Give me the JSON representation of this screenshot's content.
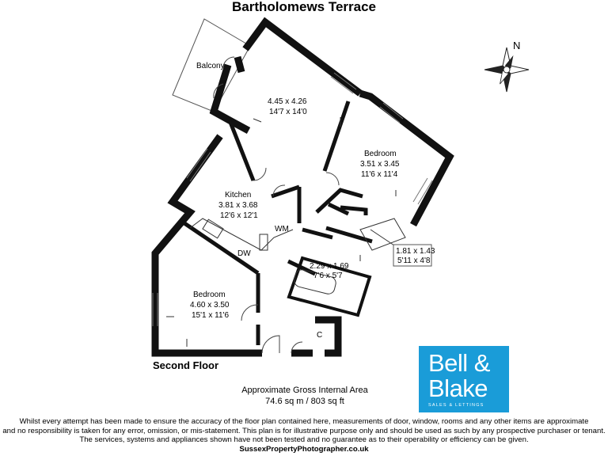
{
  "title": "Bartholomews Terrace",
  "rooms": {
    "balcony": {
      "label": "Balcony"
    },
    "living": {
      "metric": "4.45 x 4.26",
      "imperial": "14'7 x 14'0"
    },
    "bedroom1": {
      "label": "Bedroom",
      "metric": "3.51 x 3.45",
      "imperial": "11'6 x 11'4"
    },
    "kitchen": {
      "label": "Kitchen",
      "metric": "3.81 x 3.68",
      "imperial": "12'6 x 12'1"
    },
    "bedroom2": {
      "label": "Bedroom",
      "metric": "4.60 x 3.50",
      "imperial": "15'1 x 11'6"
    },
    "bathroom": {
      "metric": "2.29 x 1.69",
      "imperial": "7'6 x 5'7"
    },
    "ensuite": {
      "metric": "1.81 x 1.43",
      "imperial": "5'11 x 4'8"
    },
    "appliances": {
      "wm": "WM",
      "dw": "DW",
      "cupboard": "C"
    }
  },
  "compass": {
    "label": "N",
    "icon": "compass-icon"
  },
  "floor_label": "Second Floor",
  "area": {
    "heading": "Approximate Gross Internal Area",
    "value": "74.6 sq m / 803 sq ft"
  },
  "logo": {
    "line1": "Bell &",
    "line2": "Blake",
    "tagline": "SALES & LETTINGS",
    "color": "#1a9cd8"
  },
  "disclaimer": {
    "line1": "Whilst every attempt has been made to ensure the accuracy of the floor plan contained here, measurements of door, window, rooms and any other items are approximate",
    "line2": "and no responsibility is taken for any error, omission, or mis-statement. This plan is for illustrative purpose only and should be used as such by any prospective purchaser or tenant.",
    "line3": "The services, systems and appliances shown have not been tested and no guarantee as to their operability or efficiency can be given.",
    "website": "SussexPropertyPhotographer.co.uk"
  }
}
